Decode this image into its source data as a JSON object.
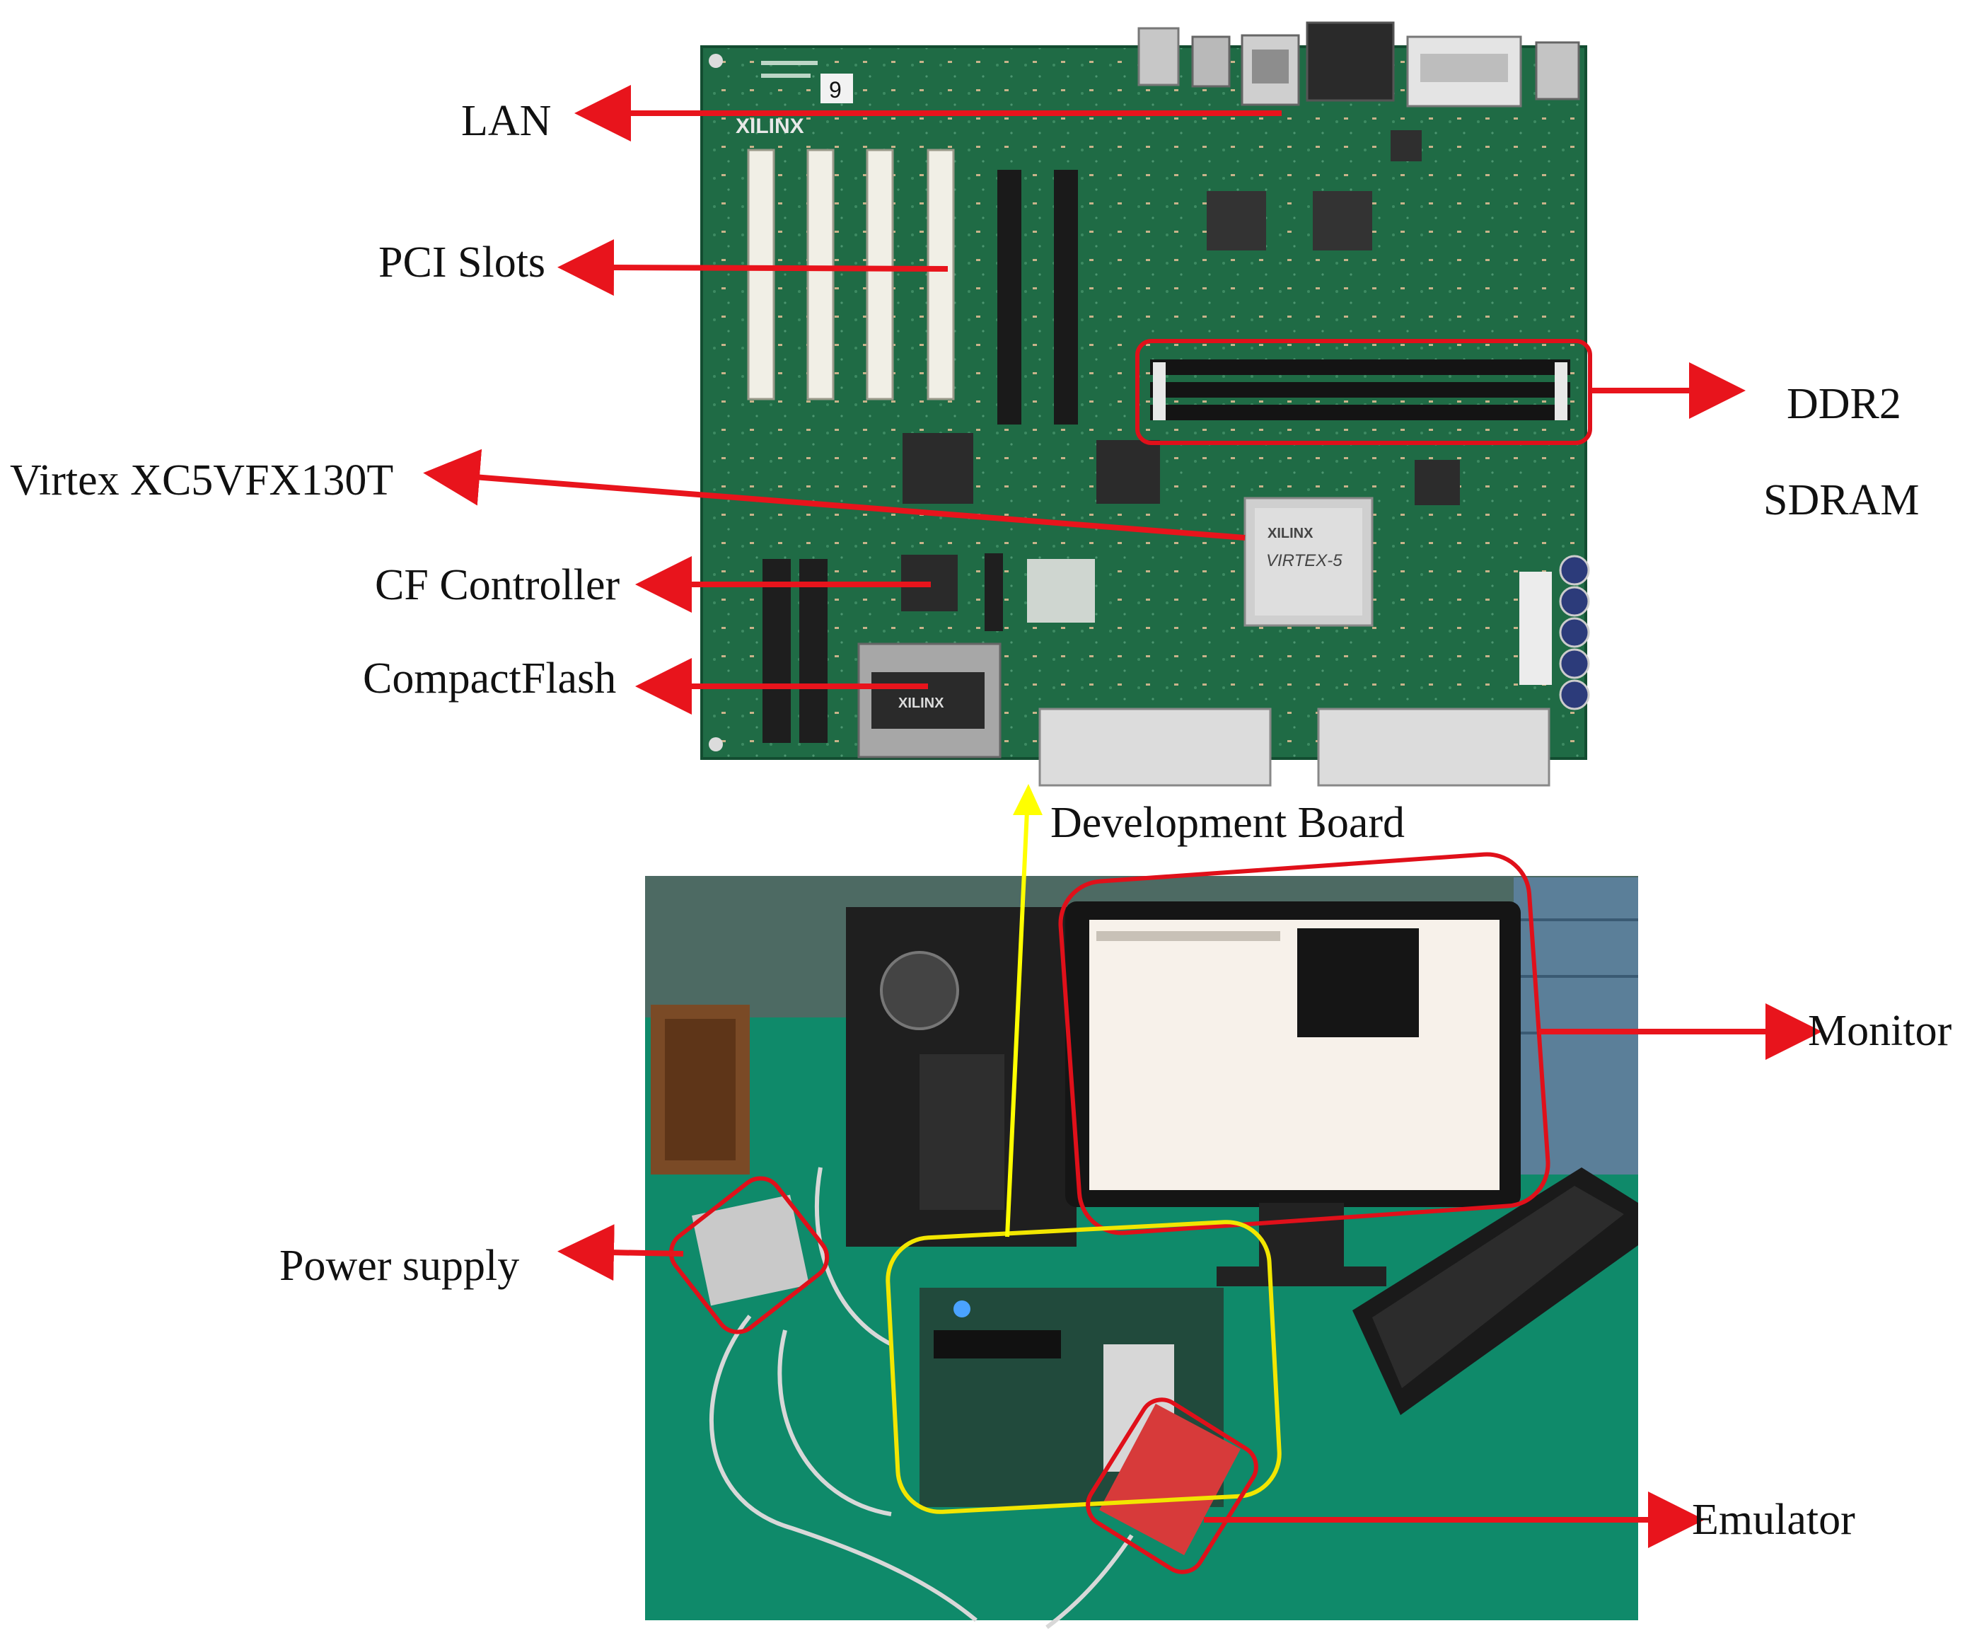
{
  "labels": {
    "lan": "LAN",
    "pci_slots": "PCI Slots",
    "virtex": "Virtex XC5VFX130T",
    "cf_controller": "CF Controller",
    "compactflash": "CompactFlash",
    "ddr2_line1": "DDR2",
    "ddr2_line2": "SDRAM",
    "development_board": "Development Board",
    "monitor": "Monitor",
    "power_supply": "Power supply",
    "emulator": "Emulator"
  },
  "board_print": {
    "brand": "XILINX",
    "chip_brand": "XILINX",
    "chip_name": "VIRTEX-5",
    "board_number": "9"
  },
  "colors": {
    "pcb_green": "#1f6b45",
    "arrow_red": "#e8141c",
    "arrow_yellow": "#ffff00",
    "highlight_red": "#e0101a",
    "highlight_yellow": "#f2e600",
    "desk_green": "#0f8a6a"
  }
}
